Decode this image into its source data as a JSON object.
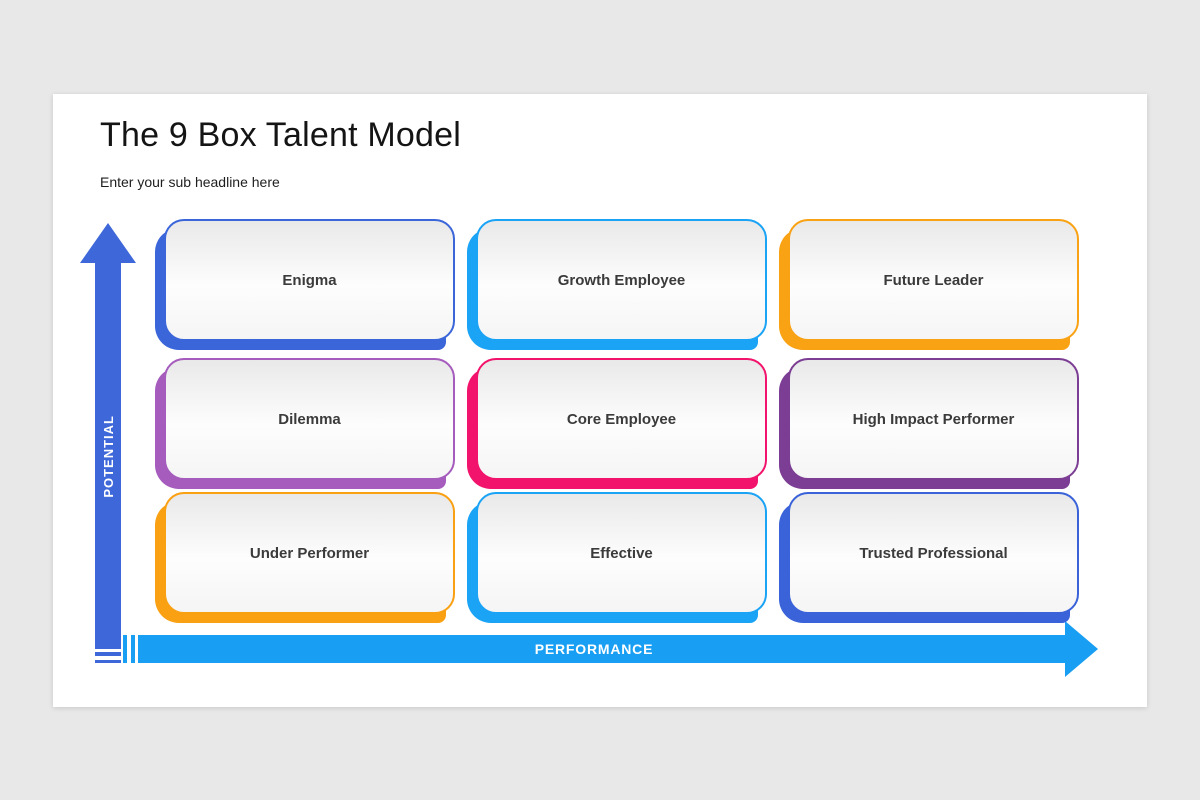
{
  "page": {
    "background_color": "#e8e8e8",
    "slide_background_color": "#ffffff"
  },
  "header": {
    "title": "The 9 Box Talent Model",
    "subtitle": "Enter your sub headline here"
  },
  "axes": {
    "y": {
      "label": "POTENTIAL",
      "color": "#3e68da",
      "direction": "up"
    },
    "x": {
      "label": "PERFORMANCE",
      "color": "#189ef2",
      "direction": "right"
    }
  },
  "grid": {
    "rows": 3,
    "cols": 3,
    "label_color": "#3b3b3b",
    "cells": [
      {
        "label": "Enigma",
        "accent": "#3b66da",
        "row": 1,
        "col": 1
      },
      {
        "label": "Growth Employee",
        "accent": "#1ba3f5",
        "row": 1,
        "col": 2
      },
      {
        "label": "Future Leader",
        "accent": "#f8a214",
        "row": 1,
        "col": 3
      },
      {
        "label": "Dilemma",
        "accent": "#a55cbd",
        "row": 2,
        "col": 1
      },
      {
        "label": "Core Employee",
        "accent": "#f2146c",
        "row": 2,
        "col": 2
      },
      {
        "label": "High Impact Performer",
        "accent": "#7c3d94",
        "row": 2,
        "col": 3
      },
      {
        "label": "Under Performer",
        "accent": "#f9a013",
        "row": 3,
        "col": 1
      },
      {
        "label": "Effective",
        "accent": "#1ba3f5",
        "row": 3,
        "col": 2
      },
      {
        "label": "Trusted Professional",
        "accent": "#3a62d9",
        "row": 3,
        "col": 3
      }
    ]
  }
}
